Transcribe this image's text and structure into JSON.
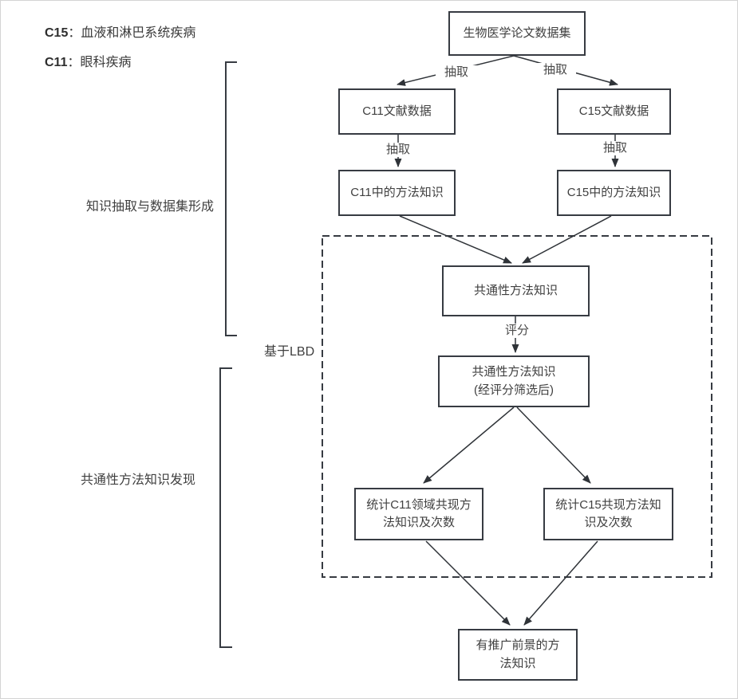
{
  "legend": {
    "items": [
      {
        "code": "C15",
        "sep": "：",
        "desc": "血液和淋巴系统疾病"
      },
      {
        "code": "C11",
        "sep": "：",
        "desc": "眼科疾病"
      }
    ]
  },
  "stage_labels": {
    "stage1": "知识抽取与数据集形成",
    "lbd": "基于LBD",
    "stage2": "共通性方法知识发现"
  },
  "nodes": {
    "dataset": "生物医学论文数据集",
    "c11_data": "C11文献数据",
    "c15_data": "C15文献数据",
    "c11_method": "C11中的方法知识",
    "c15_method": "C15中的方法知识",
    "common": "共通性方法知识",
    "filtered_line1": "共通性方法知识",
    "filtered_line2": "(经评分筛选后)",
    "stat_c11": "统计C11领域共现方法知识及次数",
    "stat_c15": "统计C15共现方法知识及次数",
    "result": "有推广前景的方法知识"
  },
  "edge_labels": {
    "extract": "抽取",
    "score": "评分"
  },
  "colors": {
    "line": "#2f3338",
    "box_border": "#373b42",
    "text": "#404040",
    "background": "#ffffff"
  }
}
